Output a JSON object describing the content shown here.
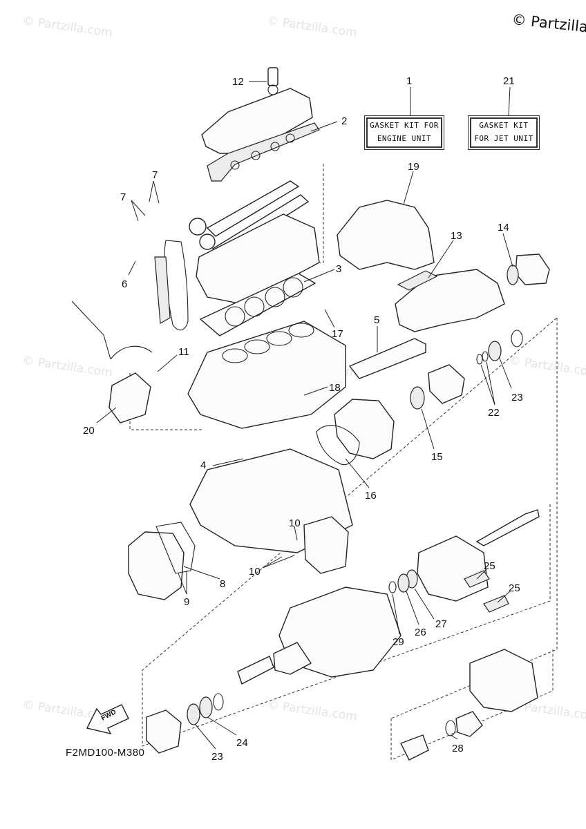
{
  "copyright": "© Partzilla.com",
  "watermark": "© Partzilla.com",
  "diagram_code": "F2MD100-M380",
  "fwd_label": "FWD",
  "kit_boxes": [
    {
      "ref": "1",
      "lines": [
        "GASKET KIT FOR",
        "ENGINE UNIT"
      ]
    },
    {
      "ref": "21",
      "lines": [
        "GASKET KIT",
        "FOR JET UNIT"
      ]
    }
  ],
  "callouts": [
    {
      "ref": "12"
    },
    {
      "ref": "2"
    },
    {
      "ref": "7"
    },
    {
      "ref": "7"
    },
    {
      "ref": "6"
    },
    {
      "ref": "19"
    },
    {
      "ref": "13"
    },
    {
      "ref": "14"
    },
    {
      "ref": "3"
    },
    {
      "ref": "17"
    },
    {
      "ref": "5"
    },
    {
      "ref": "11"
    },
    {
      "ref": "18"
    },
    {
      "ref": "20"
    },
    {
      "ref": "23"
    },
    {
      "ref": "22"
    },
    {
      "ref": "15"
    },
    {
      "ref": "4"
    },
    {
      "ref": "16"
    },
    {
      "ref": "10"
    },
    {
      "ref": "10"
    },
    {
      "ref": "8"
    },
    {
      "ref": "9"
    },
    {
      "ref": "25"
    },
    {
      "ref": "25"
    },
    {
      "ref": "27"
    },
    {
      "ref": "26"
    },
    {
      "ref": "29"
    },
    {
      "ref": "28"
    },
    {
      "ref": "24"
    },
    {
      "ref": "23"
    }
  ]
}
